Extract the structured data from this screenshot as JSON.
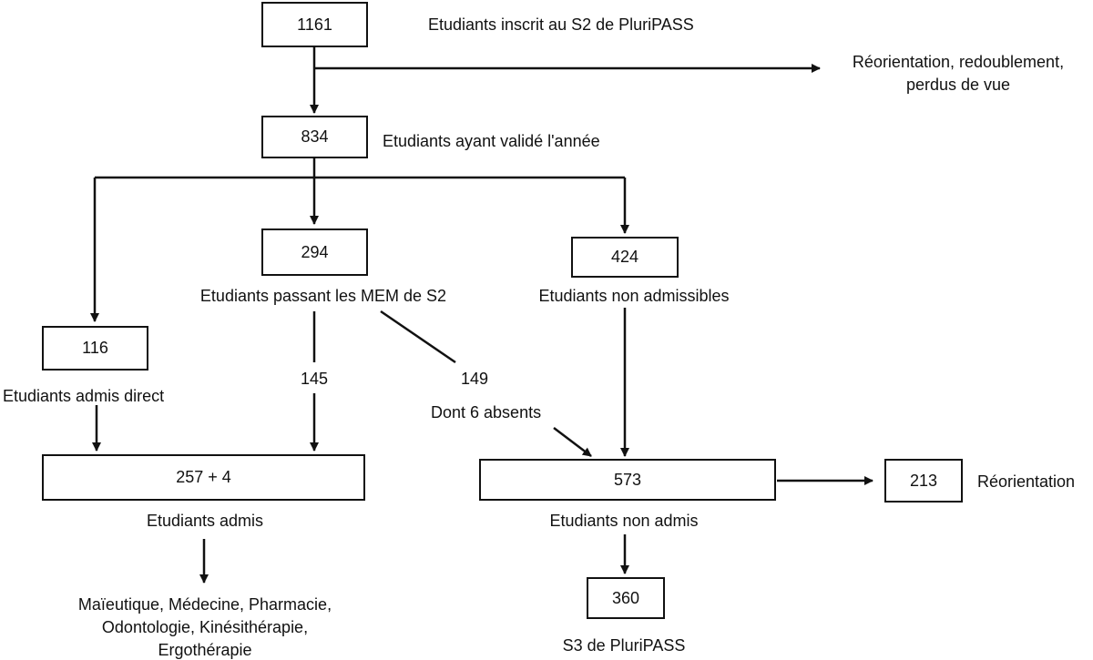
{
  "nodes": {
    "inscrits": {
      "value": "1161",
      "label": "Etudiants inscrit au S2 de PluriPASS"
    },
    "reorientation_top": {
      "label_line1": "Réorientation, redoublement,",
      "label_line2": "perdus de vue"
    },
    "valide": {
      "value": "834",
      "label": "Etudiants ayant validé l'année"
    },
    "mem": {
      "value": "294",
      "label": "Etudiants passant les MEM de S2"
    },
    "non_admissibles": {
      "value": "424",
      "label": "Etudiants non admissibles"
    },
    "admis_direct": {
      "value": "116",
      "label": "Etudiants admis direct"
    },
    "admis": {
      "value": "257 +  4",
      "label": "Etudiants admis"
    },
    "non_admis": {
      "value": "573",
      "label": "Etudiants  non admis"
    },
    "reorientation": {
      "value": "213",
      "label": "Réorientation"
    },
    "s3": {
      "value": "360",
      "label": "S3 de PluriPASS"
    },
    "filieres": {
      "line1": "Maïeutique, Médecine, Pharmacie,",
      "line2": "Odontologie, Kinésithérapie,",
      "line3": "Ergothérapie"
    }
  },
  "edge_labels": {
    "mem_admis": "145",
    "mem_non_admis": "149",
    "absents": "Dont 6 absents"
  }
}
